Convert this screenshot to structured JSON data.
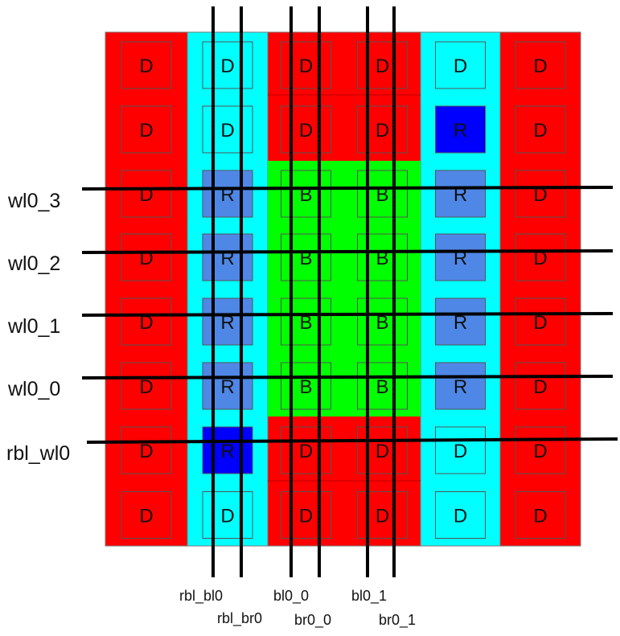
{
  "colors": {
    "dummy_region": "#ff0000",
    "replica_column": "#00ffff",
    "bitcell_array": "#00ff00",
    "replica_cell": "#4f87e6",
    "active_replica_cell": "#0000ff",
    "cell_outline": "#555555",
    "wire": "#000000"
  },
  "cell_letters": {
    "dummy": "D",
    "replica": "R",
    "bitcell": "B"
  },
  "wordlines": [
    {
      "label": "wl0_3"
    },
    {
      "label": "wl0_2"
    },
    {
      "label": "wl0_1"
    },
    {
      "label": "wl0_0"
    },
    {
      "label": "rbl_wl0"
    }
  ],
  "bitlines": [
    {
      "label": "rbl_bl0"
    },
    {
      "label": "rbl_br0"
    },
    {
      "label": "bl0_0"
    },
    {
      "label": "br0_0"
    },
    {
      "label": "bl0_1"
    },
    {
      "label": "br0_1"
    }
  ],
  "grid": {
    "rows": [
      [
        "D",
        "D",
        "D",
        "D",
        "D",
        "D"
      ],
      [
        "D",
        "D",
        "D",
        "D",
        "R*",
        "D"
      ],
      [
        "D",
        "R",
        "B",
        "B",
        "R",
        "D"
      ],
      [
        "D",
        "R",
        "B",
        "B",
        "R",
        "D"
      ],
      [
        "D",
        "R",
        "B",
        "B",
        "R",
        "D"
      ],
      [
        "D",
        "R",
        "B",
        "B",
        "R",
        "D"
      ],
      [
        "D",
        "R*",
        "D",
        "D",
        "D",
        "D"
      ],
      [
        "D",
        "D",
        "D",
        "D",
        "D",
        "D"
      ]
    ]
  }
}
